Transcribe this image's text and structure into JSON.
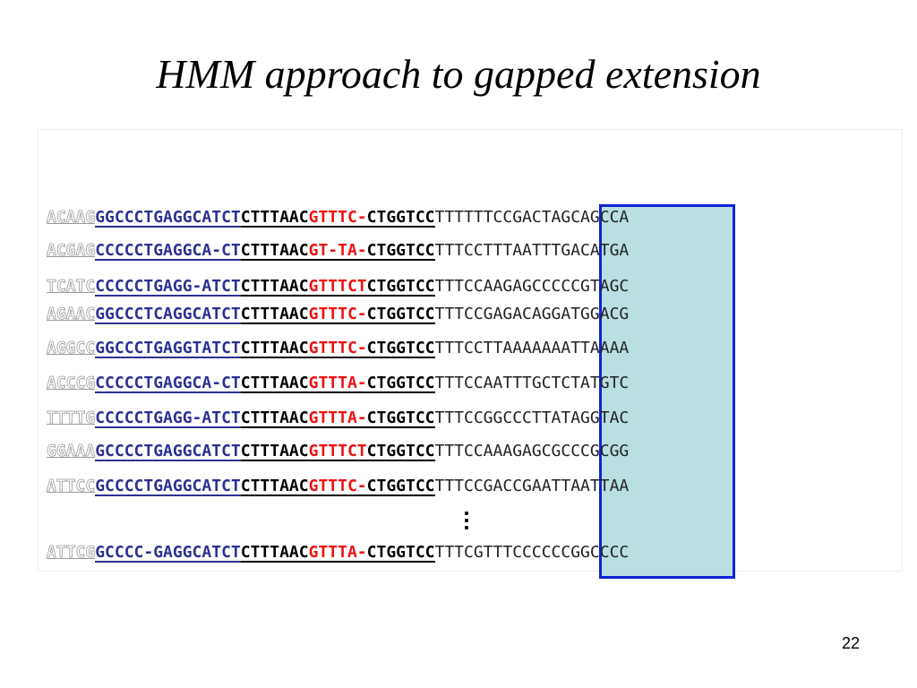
{
  "slide": {
    "title": "HMM approach to gapped extension",
    "page_number": "22",
    "continuation_mark": "⋮"
  },
  "colors": {
    "prefix_outline": "#999999",
    "blue_region": "#2b3191",
    "gap_region_red": "#ee1111",
    "highlight_fill": "#b9dfe2",
    "highlight_border": "#1022d8"
  },
  "alignment": {
    "rows": [
      {
        "prefix": "ACAAG",
        "blue": "GGCCCTGAGGCATCT",
        "black": "CTTTAAC",
        "red": "GTTTC-",
        "black2": "CTGGTCC",
        "tail": "TTTTTTCCGACTAGCAGCCA"
      },
      {
        "prefix": "ACGAG",
        "blue": "CCCCCTGAGGCA-CT",
        "black": "CTTTAAC",
        "red": "GT-TA-",
        "black2": "CTGGTCC",
        "tail": "TTTCCTTTAATTTGACATGA"
      },
      {
        "prefix": "TCATC",
        "blue": "CCCCCTGAGG-ATCT",
        "black": "CTTTAAC",
        "red": "GTTTCT",
        "black2": "CTGGTCC",
        "tail": "TTTCCAAGAGCCCCCGTAGC"
      },
      {
        "prefix": "AGAAC",
        "blue": "GGCCCTCAGGCATCT",
        "black": "CTTTAAC",
        "red": "GTTTC-",
        "black2": "CTGGTCC",
        "tail": "TTTCCGAGACAGGATGGACG"
      },
      {
        "prefix": "AGGCC",
        "blue": "GGCCCTGAGGTATCT",
        "black": "CTTTAAC",
        "red": "GTTTC-",
        "black2": "CTGGTCC",
        "tail": "TTTCCTTAAAAAAATTAAAA"
      },
      {
        "prefix": "ACCCG",
        "blue": "CCCCCTGAGGCA-CT",
        "black": "CTTTAAC",
        "red": "GTTTA-",
        "black2": "CTGGTCC",
        "tail": "TTTCCAATTTGCTCTATGTC"
      },
      {
        "prefix": "TTTTG",
        "blue": "CCCCCTGAGG-ATCT",
        "black": "CTTTAAC",
        "red": "GTTTA-",
        "black2": "CTGGTCC",
        "tail": "TTTCCGGCCCTTATAGGTAC"
      },
      {
        "prefix": "GGAAA",
        "blue": "GCCCCTGAGGCATCT",
        "black": "CTTTAAC",
        "red": "GTTTCT",
        "black2": "CTGGTCC",
        "tail": "TTTCCAAAGAGCGCCCGCGG"
      },
      {
        "prefix": "ATTCC",
        "blue": "GCCCCTGAGGCATCT",
        "black": "CTTTAAC",
        "red": "GTTTC-",
        "black2": "CTGGTCC",
        "tail": "TTTCCGACCGAATTAATTAA"
      },
      {
        "prefix": "ATTCG",
        "blue": "GCCCC-GAGGCATCT",
        "black": "CTTTAAC",
        "red": "GTTTA-",
        "black2": "CTGGTCC",
        "tail": "TTTCGTTTCCCCCCGGCCCC"
      }
    ]
  }
}
